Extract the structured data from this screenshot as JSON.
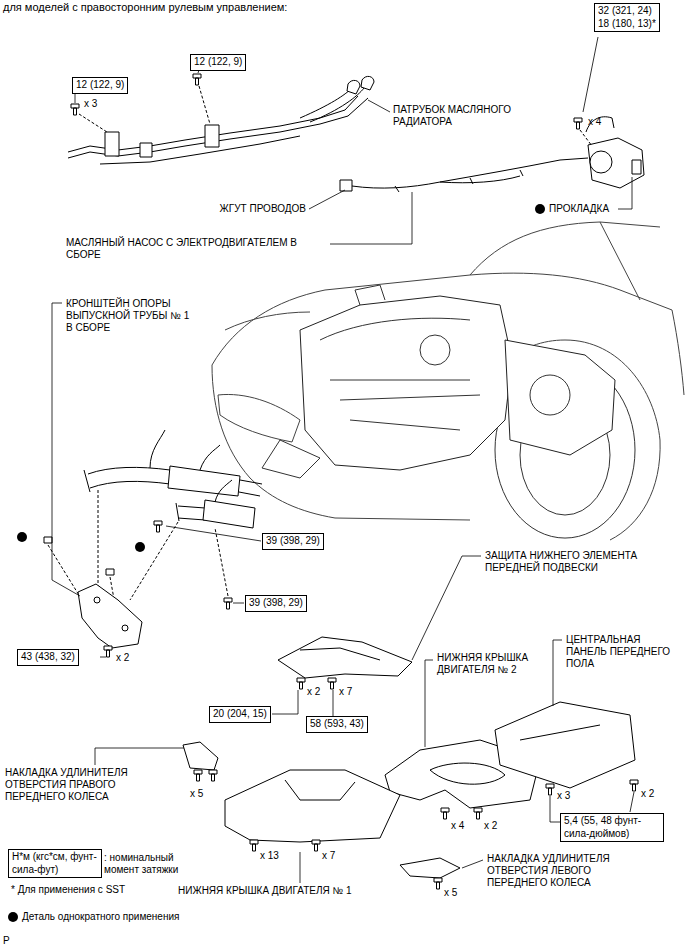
{
  "diagram": {
    "title": "для моделей с правосторонним рулевым управлением:",
    "nodes": [
      {
        "text": [
          "32 (321, 24)",
          "18 (180, 13)*"
        ]
      },
      {
        "text": [
          "12 (122, 9)"
        ]
      },
      {
        "text": [
          "12 (122, 9)"
        ]
      },
      {
        "text": [
          "39 (398, 29)"
        ]
      },
      {
        "text": [
          "39 (398, 29)"
        ]
      },
      {
        "text": [
          "43 (438, 32)"
        ]
      },
      {
        "text": [
          "20 (204, 15)"
        ]
      },
      {
        "text": [
          "58 (593, 43)"
        ]
      },
      {
        "text": [
          "5,4 (55, 48 фунт-сила-дюймов)"
        ]
      },
      {
        "text": [
          "Н*м (кгс*см, фунт-сила-фут)"
        ]
      }
    ],
    "labels": [
      "ПАТРУБОК МАСЛЯНОГО РАДИАТОРА",
      "x 3",
      "x 4",
      "ЖГУТ ПРОВОДОВ",
      "ПРОКЛАДКА",
      "МАСЛЯНЫЙ НАСОС С ЭЛЕКТРОДВИГАТЕЛЕМ В СБОРЕ",
      "КРОНШТЕЙН ОПОРЫ ВЫПУСКНОЙ ТРУБЫ № 1 В СБОРЕ",
      "x 2",
      "ЗАЩИТА НИЖНЕГО ЭЛЕМЕНТА ПЕРЕДНЕЙ ПОДВЕСКИ",
      "x 2",
      "x 7",
      "НИЖНЯЯ КРЫШКА ДВИГАТЕЛЯ № 2",
      "ЦЕНТРАЛЬНАЯ ПАНЕЛЬ ПЕРЕДНЕГО ПОЛА",
      "НАКЛАДКА УДЛИНИТЕЛЯ ОТВЕРСТИЯ ПРАВОГО ПЕРЕДНЕГО КОЛЕСА",
      "x 5",
      "x 3",
      "x 2",
      "x 4",
      "x 2",
      "x 13",
      "x 7",
      "НАКЛАДКА УДЛИНИТЕЛЯ ОТВЕРСТИЯ ЛЕВОГО ПЕРЕДНЕГО КОЛЕСА",
      "НИЖНЯЯ КРЫШКА ДВИГАТЕЛЯ № 1",
      "x 5",
      "* Для применения с SST",
      "P"
    ],
    "legend": [
      {
        "text": ": номинальный момент затяжки"
      },
      {
        "text": "Деталь однократного применения"
      }
    ]
  }
}
